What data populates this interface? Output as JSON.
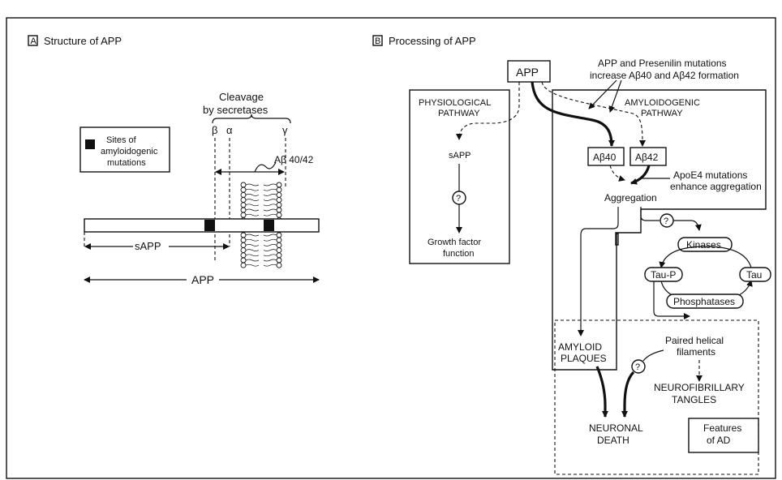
{
  "panel_a": {
    "badge": "A",
    "title": "Structure of APP",
    "legend": [
      "Sites of",
      "amyloidogenic",
      "mutations"
    ],
    "cleavage": [
      "Cleavage",
      "by secretases"
    ],
    "greek": {
      "beta": "β",
      "alpha": "α",
      "gamma": "γ"
    },
    "abeta": "Aβ 40/42",
    "sapp": "sAPP",
    "app": "APP"
  },
  "panel_b": {
    "badge": "B",
    "title": "Processing of APP",
    "app": "APP",
    "note_mutations": [
      "APP and Presenilin mutations",
      "increase Aβ40 and Aβ42 formation"
    ],
    "physio": [
      "PHYSIOLOGICAL",
      "PATHWAY"
    ],
    "amyloid": [
      "AMYLOIDOGENIC",
      "PATHWAY"
    ],
    "ab40": "Aβ40",
    "ab42": "Aβ42",
    "apoe": [
      "ApoE4 mutations",
      "enhance aggregation"
    ],
    "aggregation": "Aggregation",
    "sapp": "sAPP",
    "question": "?",
    "growth": [
      "Growth factor",
      "function"
    ],
    "kinases": "Kinases",
    "taup": "Tau-P",
    "tau": "Tau",
    "phosphatases": "Phosphatases",
    "plaques": [
      "AMYLOID",
      "PLAQUES"
    ],
    "phf": [
      "Paired helical",
      "filaments"
    ],
    "nft": [
      "NEUROFIBRILLARY",
      "TANGLES"
    ],
    "death": [
      "NEURONAL",
      "DEATH"
    ],
    "features": [
      "Features",
      "of AD"
    ]
  }
}
